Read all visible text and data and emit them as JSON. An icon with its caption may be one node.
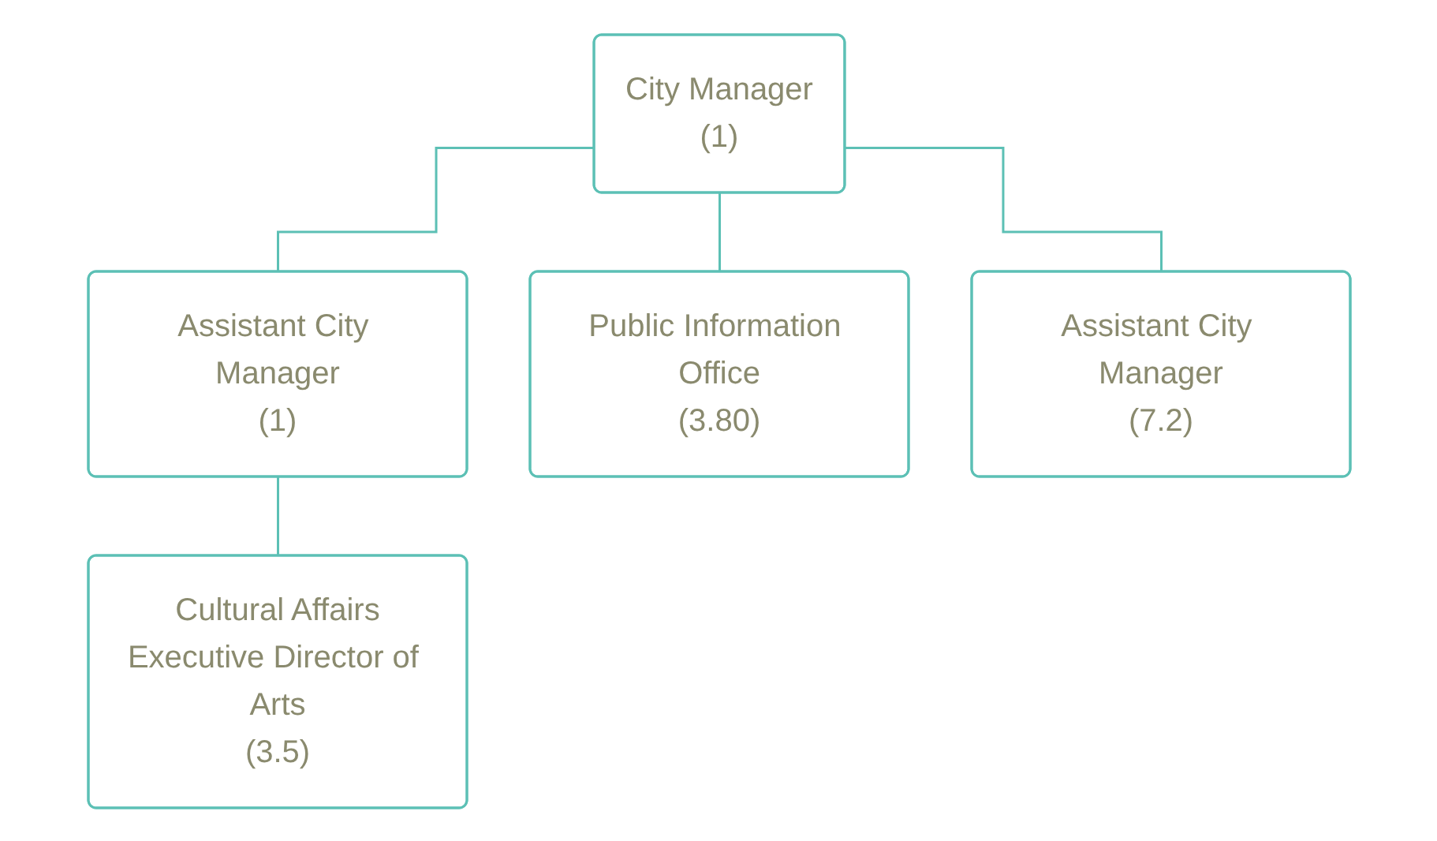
{
  "diagram": {
    "nodes": [
      {
        "text": [
          "City Manager",
          "(1)"
        ]
      },
      {
        "text": [
          "Assistant City Manager",
          "(1)"
        ]
      },
      {
        "text": [
          "Public Information Office",
          "(3.80)"
        ]
      },
      {
        "text": [
          "Assistant City Manager",
          "(7.2)"
        ]
      },
      {
        "text": [
          "Cultural Affairs",
          "Executive Director of Arts",
          "(3.5)"
        ]
      }
    ],
    "edges": [
      {
        "from": 0,
        "to": 1,
        "arrow": "none"
      },
      {
        "from": 0,
        "to": 2,
        "arrow": "none"
      },
      {
        "from": 0,
        "to": 3,
        "arrow": "none"
      },
      {
        "from": 1,
        "to": 4,
        "arrow": "none"
      }
    ]
  }
}
